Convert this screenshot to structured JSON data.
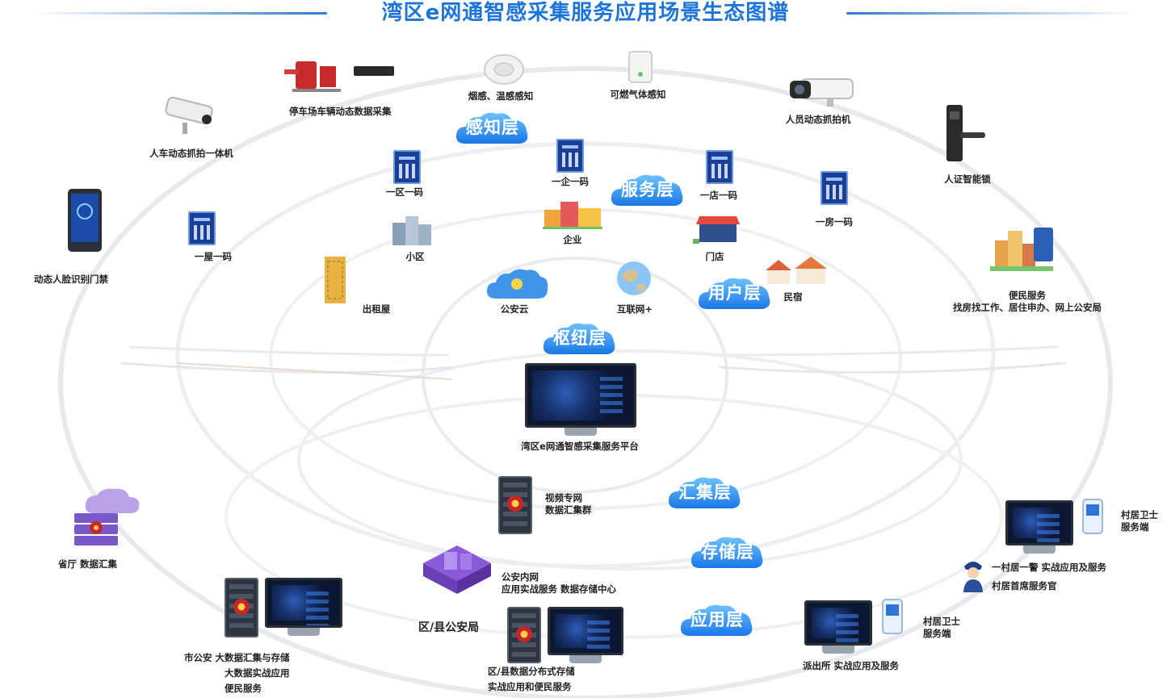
{
  "title": "湾区e网通智感采集服务应用场景生态图谱",
  "layers": {
    "perception": "感知层",
    "service": "服务层",
    "user": "用户层",
    "hub": "枢纽层",
    "gather": "汇集层",
    "storage": "存储层",
    "application": "应用层"
  },
  "perception_nodes": {
    "parking": "停车场车辆动态数据采集",
    "smoke": "烟感、温感感知",
    "gas": "可燃气体感知",
    "person_camera": "人员动态抓拍机",
    "vehicle_camera": "人车动态抓拍一体机",
    "smart_lock": "人证智能锁",
    "face_gate": "动态人脸识别门禁"
  },
  "service_nodes": {
    "district": "一区一码",
    "enterprise_code": "一企一码",
    "shop_code": "一店一码",
    "room_code": "一房一码",
    "house_code": "一屋一码"
  },
  "user_nodes": {
    "enterprise": "企业",
    "community": "小区",
    "shop": "门店",
    "rental": "出租屋",
    "homestay": "民宿",
    "police_cloud": "公安云",
    "internet_plus": "互联网+",
    "convenience": "便民服务",
    "convenience_detail": "找房找工作、居住申办、网上公安局"
  },
  "hub_node": "湾区e网通智感采集服务平台",
  "gather_node": {
    "line1": "视频专网",
    "line2": "数据汇集群"
  },
  "storage_node": {
    "line1": "公安内网",
    "line2": "应用实战服务 数据存储中心"
  },
  "left_nodes": {
    "province": "省厅 数据汇集",
    "city_line1": "市公安 大数据汇集与存储",
    "city_line2": "大数据实战应用",
    "city_line3": "便民服务",
    "county_bureau": "区/县公安局",
    "county_line1": "区/县数据分布式存储",
    "county_line2": "实战应用和便民服务"
  },
  "right_nodes": {
    "village_guard1": "村居卫士",
    "village_guard2": "服务端",
    "one_police": "一村居一警 实战应用及服务",
    "chief_officer": "村居首席服务官",
    "guard_b1": "村居卫士",
    "guard_b2": "服务端",
    "station": "派出所 实战应用及服务"
  },
  "colors": {
    "title": "#1d74d8",
    "badge_top": "#6ec2ff",
    "badge_bottom": "#1a78e6",
    "ring": "#e6e9ee"
  }
}
